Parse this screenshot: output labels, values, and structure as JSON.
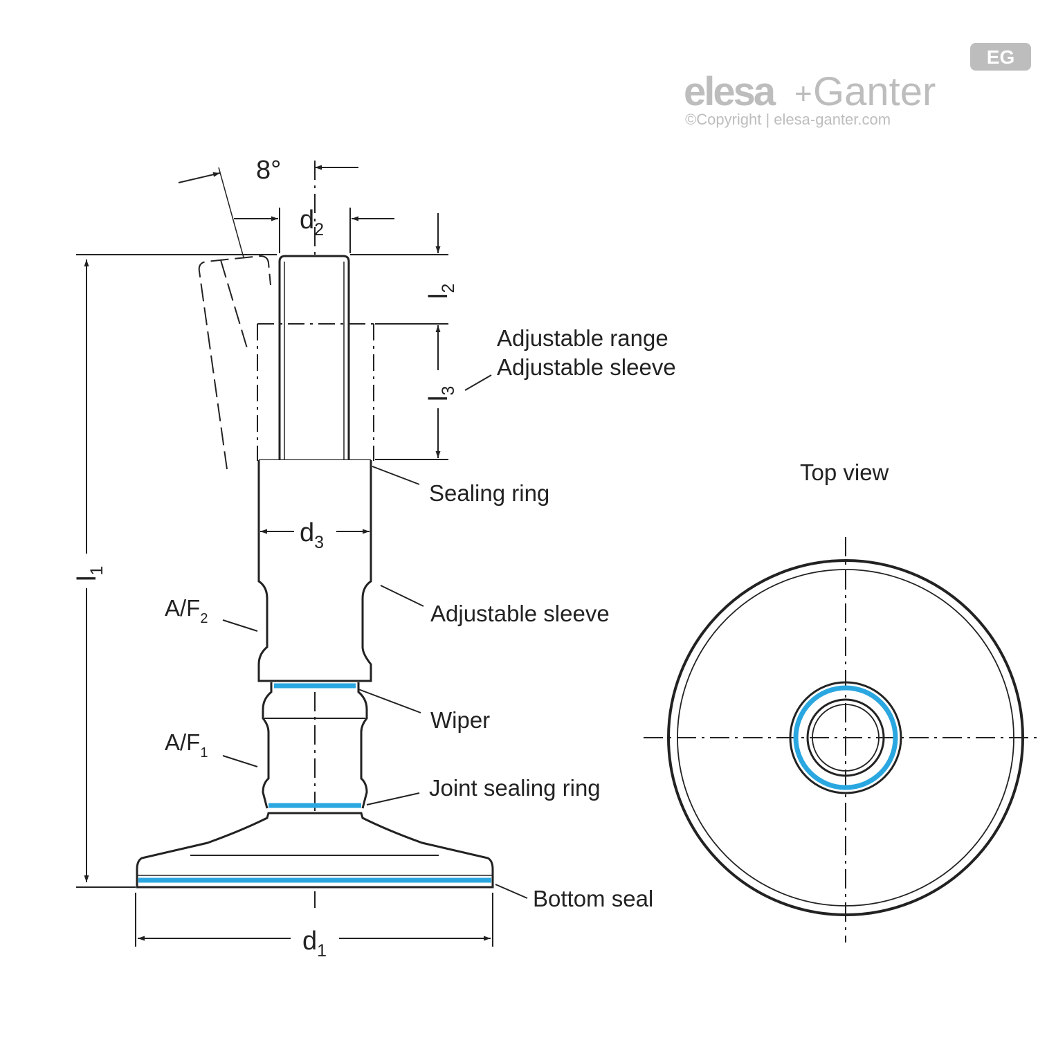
{
  "brand": {
    "logo_left": "elesa",
    "logo_plus": "+",
    "logo_right": "Ganter",
    "badge": "EG",
    "copyright": "©Copyright | elesa-ganter.com"
  },
  "dimensions": {
    "angle": "8°",
    "d2": {
      "main": "d",
      "sub": "2"
    },
    "d3": {
      "main": "d",
      "sub": "3"
    },
    "d1": {
      "main": "d",
      "sub": "1"
    },
    "l1": {
      "main": "l",
      "sub": "1"
    },
    "l2": {
      "main": "l",
      "sub": "2"
    },
    "l3": {
      "main": "l",
      "sub": "3"
    },
    "af2": {
      "main": "A/F",
      "sub": "2"
    },
    "af1": {
      "main": "A/F",
      "sub": "1"
    }
  },
  "labels": {
    "adjustable_range": "Adjustable range",
    "adjustable_sleeve_top": "Adjustable sleeve",
    "sealing_ring": "Sealing ring",
    "adjustable_sleeve": "Adjustable sleeve",
    "wiper": "Wiper",
    "joint_sealing_ring": "Joint sealing ring",
    "bottom_seal": "Bottom seal",
    "top_view": "Top view"
  },
  "colors": {
    "line": "#222222",
    "seal": "#2aa7e0",
    "watermark": "#bdbdbd"
  }
}
